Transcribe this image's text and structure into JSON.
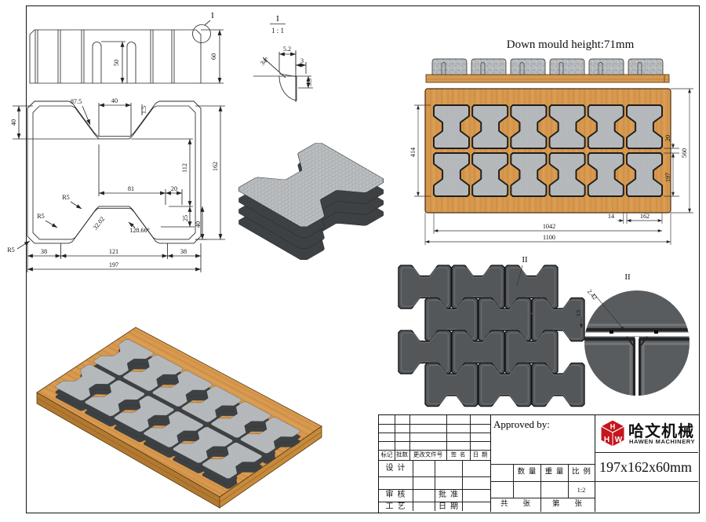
{
  "colors": {
    "wood": "#d6994f",
    "paver_top": "#b7bbbd",
    "paver_side": "#3e4143",
    "pattern_paver": "#54575a",
    "cavity_outline": "#1e1e1e",
    "logo_red": "#c4161c",
    "line": "#2a2a2a"
  },
  "drawing": {
    "down_mould_note": "Down mould height:71mm",
    "side_view": {
      "slot_depth": "50",
      "mould_height": "60",
      "detail_ref": "I"
    },
    "detail_i": {
      "label": "I",
      "scale": "1 : 1",
      "top_width": "5.2",
      "top_offset": "3",
      "chamfer_height": "3.5",
      "chamfer_angle": "34°"
    },
    "plan_view": {
      "top_leader": "87.5",
      "notch_width": "40",
      "edge_offset": "1.5",
      "notch_depth": "40",
      "height": "162",
      "waist_height": "112",
      "mid_width": "81",
      "slope_run": "20",
      "radius_a": "R5",
      "radius_b": "R5",
      "radius_c": "R5",
      "slope_length": "32.02",
      "slope_angle": "128.66°",
      "notch_rise": "25",
      "bottom_notch_depth": "40",
      "bottom_left": "38",
      "bottom_mid": "121",
      "bottom_right": "38",
      "width": "197"
    },
    "mould_plan": {
      "rows_height": "414",
      "row_gap": "20",
      "board_height": "560",
      "cavity_height": "197",
      "cavity_gap": "14",
      "cavity_width": "162",
      "cavities_width": "1042",
      "board_width": "1100"
    },
    "pattern": {
      "detail_ref": "II"
    },
    "detail_ii": {
      "label": "II",
      "joint_gap": "2.42",
      "chamfer_depth": "3.5"
    }
  },
  "title_block": {
    "approved_by": "Approved by:",
    "part_size": "197x162x60mm",
    "logo": {
      "cn": "哈文机械",
      "en": "HAWEN MACHINERY",
      "cube_top": "H",
      "cube_left": "H",
      "cube_right": "W"
    },
    "revision_header": {
      "mark": "标记",
      "batch": "批数",
      "change_doc": "更改文件号",
      "signature": "签  名",
      "date": "日  期"
    },
    "fields": {
      "design": "设  计",
      "review": "审  核",
      "craft": "工  艺",
      "approve": "批  准",
      "date": "日  期",
      "quantity": "数  量",
      "weight": "重  量",
      "scale": "比  例",
      "scale_value": "1:2",
      "total_sheets": "共        张",
      "sheet_number": "第        张"
    }
  }
}
